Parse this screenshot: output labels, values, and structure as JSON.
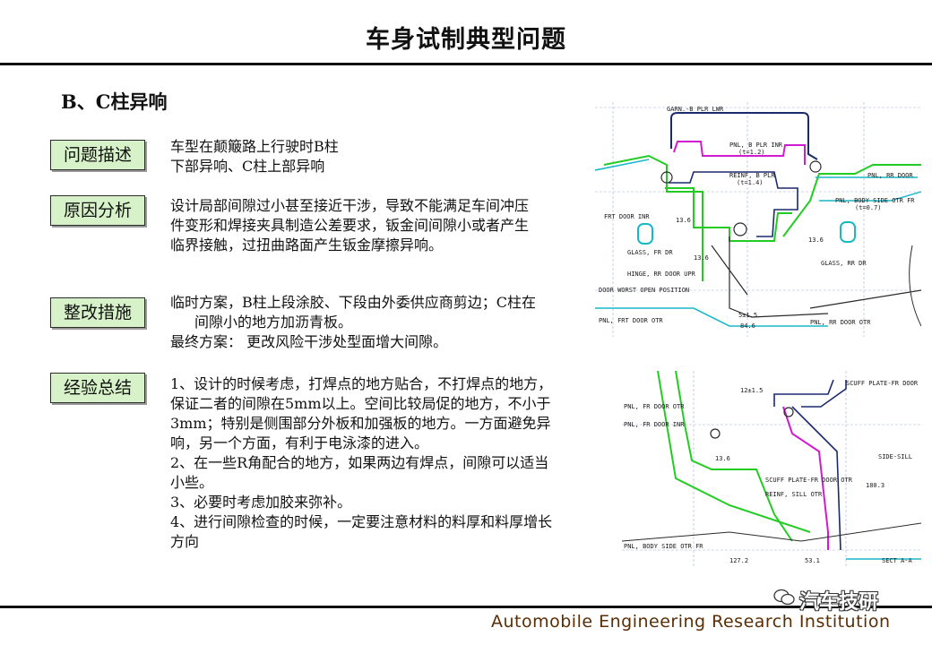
{
  "header": {
    "title": "车身试制典型问题"
  },
  "section": {
    "subtitle": "B、C柱异响"
  },
  "blocks": {
    "problem": {
      "label": "问题描述",
      "lines": [
        "车型在颠簸路上行驶时B柱",
        "下部异响、C柱上部异响"
      ]
    },
    "cause": {
      "label": "原因分析",
      "lines": [
        "设计局部间隙过小甚至接近干涉，导致不能满足车间冲压",
        "件变形和焊接夹具制造公差要求，钣金间间隙小或者产生",
        "临界接触，过扭曲路面产生钣金摩擦异响。"
      ]
    },
    "fix": {
      "label": "整改措施",
      "lines": [
        "临时方案，B柱上段涂胶、下段由外委供应商剪边；C柱在",
        "间隙小的地方加沥青板。",
        "最终方案：  更改风险干涉处型面增大间隙。"
      ]
    },
    "lesson": {
      "label": "经验总结",
      "lines": [
        "1、设计的时候考虑，打焊点的地方贴合，不打焊点的地方，",
        "保证二者的间隙在5mm以上。空间比较局促的地方，不小于",
        "3mm；特别是侧围部分外板和加强板的地方。一方面避免异",
        "响，另一个方面，有利于电泳漆的进入。",
        "2、在一些R角配合的地方，如果两边有焊点，间隙可以适当",
        "小些。",
        "3、必要时考虑加胶来弥补。",
        "4、进行间隙检查的时候，一定要注意材料的料厚和料厚增长",
        "方向"
      ]
    }
  },
  "diagram_top": {
    "labels": {
      "garn": "GARN.-B PLR LWR",
      "pnl_inr": "PNL, B PLR INR",
      "t12": "(t=1.2)",
      "reinf": "REINF, B PLR",
      "t14": "(t=1.4)",
      "frt_door_inr": "FRT DOOR INR",
      "glass_fr": "GLASS, FR DR",
      "hinge": "HINGE, RR DOOR UPR",
      "door_worst": "DOOR WORST OPEN POSITION",
      "pnl_frt_otr": "PNL, FRT DOOR OTR",
      "pnl_rr_door": "PNL, RR DOOR",
      "body_side": "PNL, BODY SIDE OTR FR",
      "t07": "(t=0.7)",
      "glass_rr": "GLASS, RR DR",
      "pnl_rr_otr": "PNL, RR DOOR OTR",
      "d136a": "13.6",
      "d136b": "13.6",
      "d136c": "13.6",
      "d5": "5±1.5",
      "d846": "84.6"
    }
  },
  "diagram_bottom": {
    "labels": {
      "scuff_upper": "SCUFF PLATE-FR DOOR",
      "pnl_fr_otr": "PNL, FR DOOR OTR",
      "pnl_fr_inr": "PNL, FR DOOR INR",
      "side_sill": "SIDE-SILL",
      "scuff_otr": "SCUFF PLATE-FR DOOR OTR",
      "reinf_sill": "REINF, SILL OTR",
      "pnl_body_fr": "PNL, BODY SIDE OTR FR",
      "d12": "12±1.5",
      "d136": "13.6",
      "d1803": "180.3",
      "d1272": "127.2",
      "d531": "53.1",
      "sect": "SECT A-A"
    }
  },
  "footer": {
    "text": "Automobile Engineering Research Institution",
    "watermark": "汽车技研"
  }
}
